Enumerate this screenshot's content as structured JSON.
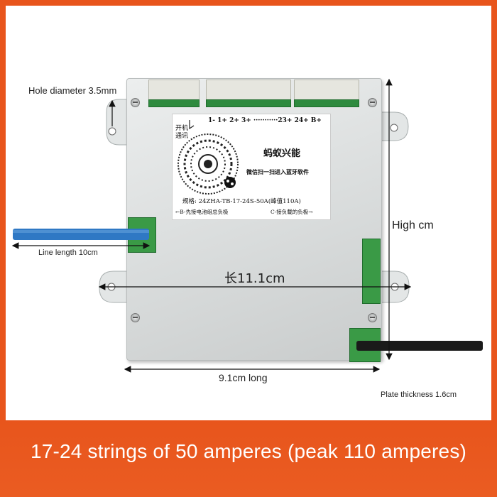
{
  "annotations": {
    "hole_diameter": "Hole diameter 3.5mm",
    "line_length": "Line length 10cm",
    "high": "High cm",
    "width_long": "长11.1cm",
    "length": "9.1cm long",
    "thickness": "Plate thickness 1.6cm"
  },
  "label": {
    "pins": "1- 1+ 2+ 3+ ···········23+ 24+ B+",
    "switch_line1": "开机",
    "switch_line2": "通讯",
    "brand": "蚂蚁兴能",
    "scan_text": "微信扫一扫进入蓝牙软件",
    "spec": "规格: 24ZHA-TB-17-24S-50A(峰值110A)",
    "b_note": "←B-先接电池组总负极",
    "c_note": "C-接负载的负极→"
  },
  "caption": "17-24 strings of 50 amperes (peak 110 amperes)",
  "colors": {
    "background": "#e8551c",
    "board": "#dcdfdf",
    "connector_green": "#2e8a3e",
    "blue_wire": "#2f78c4",
    "black_wire": "#1a1a1a"
  }
}
